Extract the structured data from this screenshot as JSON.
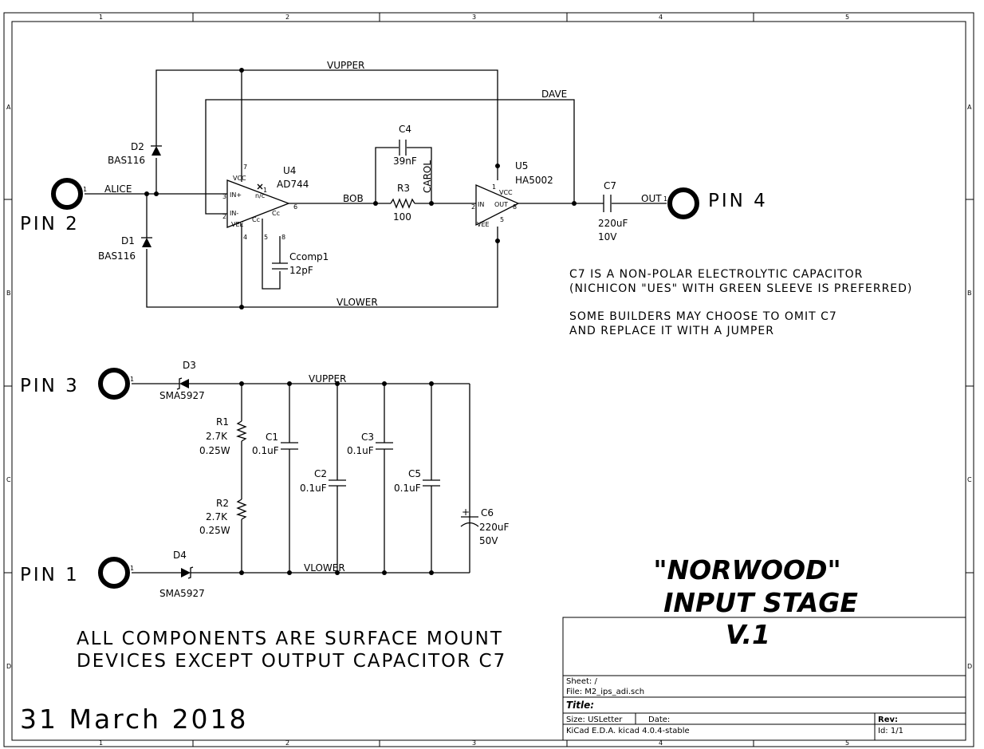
{
  "grid": {
    "columns": [
      "1",
      "2",
      "3",
      "4",
      "5"
    ],
    "rows": [
      "A",
      "B",
      "C",
      "D"
    ]
  },
  "nets": {
    "vupper_top": "VUPPER",
    "dave": "DAVE",
    "alice": "ALICE",
    "bob": "BOB",
    "carol": "CAROL",
    "out": "OUT",
    "vlower_top": "VLOWER",
    "vupper_bottom": "VUPPER",
    "vlower_bottom": "VLOWER"
  },
  "pins": {
    "pin2": "PIN 2",
    "pin4": "PIN 4",
    "pin3": "PIN 3",
    "pin1": "PIN 1",
    "pin_number": "1"
  },
  "components": {
    "d2": {
      "ref": "D2",
      "value": "BAS116"
    },
    "d1": {
      "ref": "D1",
      "value": "BAS116"
    },
    "u4": {
      "ref": "U4",
      "value": "AD744",
      "vcc": "VCC",
      "vee": "VEE",
      "in_plus": "IN+",
      "in_minus": "IN-",
      "nc": "n/c",
      "cc1": "Cc",
      "cc2": "Cc",
      "pin3": "3",
      "pin2": "2",
      "pin7": "7",
      "pin1": "1",
      "pin6": "6",
      "pin4": "4",
      "pin5": "5",
      "pin8": "8"
    },
    "c4": {
      "ref": "C4",
      "value": "39nF"
    },
    "r3": {
      "ref": "R3",
      "value": "100"
    },
    "ccomp1": {
      "ref": "Ccomp1",
      "value": "12pF"
    },
    "u5": {
      "ref": "U5",
      "value": "HA5002",
      "vcc": "VCC",
      "vee": "VEE",
      "in": "IN",
      "out": "OUT",
      "pin1": "1",
      "pin2": "2",
      "pin8": "8",
      "pin5": "5"
    },
    "c7": {
      "ref": "C7",
      "value": "220uF",
      "voltage": "10V"
    },
    "d3": {
      "ref": "D3",
      "value": "SMA5927"
    },
    "d4": {
      "ref": "D4",
      "value": "SMA5927"
    },
    "r1": {
      "ref": "R1",
      "value": "2.7K",
      "power": "0.25W"
    },
    "r2": {
      "ref": "R2",
      "value": "2.7K",
      "power": "0.25W"
    },
    "c1": {
      "ref": "C1",
      "value": "0.1uF"
    },
    "c2": {
      "ref": "C2",
      "value": "0.1uF"
    },
    "c3": {
      "ref": "C3",
      "value": "0.1uF"
    },
    "c5": {
      "ref": "C5",
      "value": "0.1uF"
    },
    "c6": {
      "ref": "C6",
      "value": "220uF",
      "voltage": "50V",
      "polarity": "+"
    }
  },
  "notes": {
    "c7_line1": "C7 IS A NON-POLAR ELECTROLYTIC CAPACITOR",
    "c7_line2": "(NICHICON \"UES\" WITH GREEN SLEEVE IS PREFERRED)",
    "c7_line3": "SOME BUILDERS MAY CHOOSE TO OMIT C7",
    "c7_line4": "AND REPLACE IT WITH A JUMPER",
    "smd_line1": "ALL COMPONENTS ARE SURFACE MOUNT",
    "smd_line2": "DEVICES EXCEPT OUTPUT CAPACITOR C7",
    "date": "31 March 2018"
  },
  "title": {
    "line1": "\"NORWOOD\"",
    "line2": "INPUT STAGE",
    "line3": "V.1"
  },
  "title_block": {
    "sheet": "Sheet: /",
    "file": "File: M2_ips_adi.sch",
    "title_label": "Title:",
    "size": "Size: USLetter",
    "date_label": "Date:",
    "rev_label": "Rev:",
    "tool": "KiCad E.D.A.  kicad 4.0.4-stable",
    "id": "Id: 1/1"
  }
}
